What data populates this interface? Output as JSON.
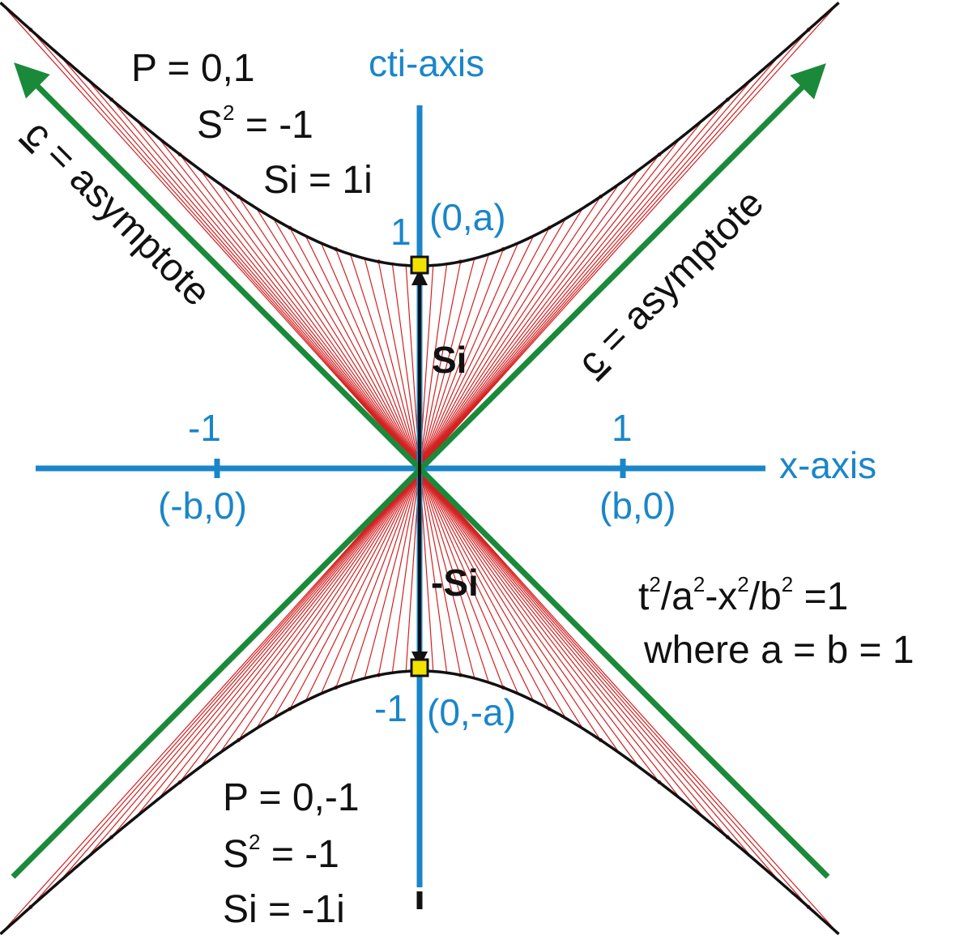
{
  "colors": {
    "axis": "#1a86c9",
    "asymptote": "#1a8a3a",
    "hyperbola": "#111111",
    "rays": "#d42020",
    "marker_fill": "#f2e200"
  },
  "axes": {
    "vertical_label": "cti-axis",
    "horizontal_label": "x-axis",
    "x_tick_neg": "-1",
    "x_tick_pos": "1",
    "y_tick_pos": "1",
    "y_tick_neg": "-1",
    "coord_neg_b": "(-b,0)",
    "coord_pos_b": "(b,0)",
    "coord_pos_a": "(0,a)",
    "coord_neg_a": "(0,-a)"
  },
  "asymptotes": {
    "left_label_c": "c",
    "left_label_rest": " = asymptote",
    "right_label_c": "c",
    "right_label_rest": " = asymptote"
  },
  "upper_branch": {
    "p": "P = 0,1",
    "s_base": "S",
    "s_sup": "2",
    "s_rest": " =  -1",
    "si": "Si = 1i",
    "vector_label": "Si"
  },
  "lower_branch": {
    "p": "P = 0,-1",
    "s_base": "S",
    "s_sup": "2",
    "s_rest": " =  -1",
    "si": "Si = -1i",
    "vector_label": "-Si"
  },
  "equation": {
    "t": "t",
    "sup1": "2",
    "a_part": "/a",
    "sup2": "2",
    "x_part": "-x",
    "sup3": "2",
    "b_part": "/b",
    "sup4": "2",
    "rhs": " =1",
    "where": "where a = b = 1"
  }
}
